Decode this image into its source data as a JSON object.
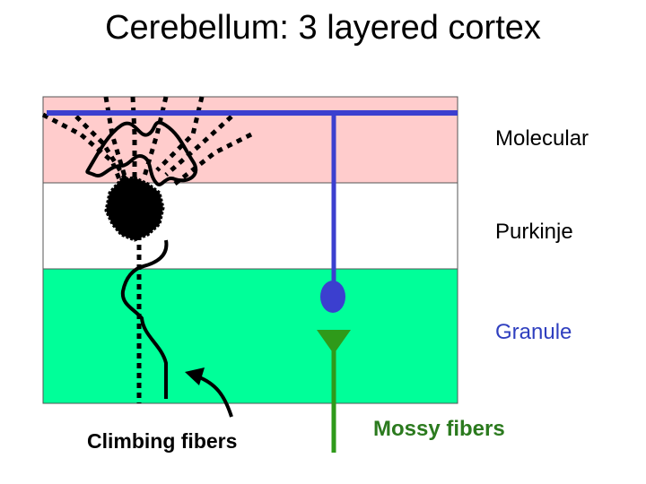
{
  "title": "Cerebellum: 3 layered cortex",
  "layers": {
    "molecular": "Molecular",
    "purkinje": "Purkinje",
    "granule": "Granule"
  },
  "fibers": {
    "climbing": "Climbing fibers",
    "mossy": "Mossy fibers"
  },
  "colors": {
    "molecular_layer": "#ffcccc",
    "purkinje_layer": "#ffffff",
    "granule_layer": "#00ff99",
    "parallel_fiber": "#3b3fcf",
    "mossy_fiber": "#2f9a1a",
    "granule_label": "#2f3fbf",
    "purkinje_cell": "#000000"
  }
}
